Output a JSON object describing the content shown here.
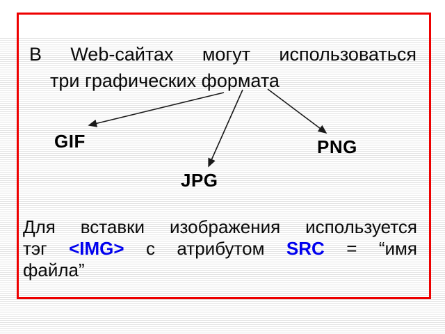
{
  "slide": {
    "title": {
      "line1_words": [
        "В",
        "Web-сайтах",
        "могут",
        "использоваться"
      ],
      "line2": "три графических формата"
    },
    "formats": {
      "gif": "GIF",
      "png": "PNG",
      "jpg": "JPG"
    },
    "paragraph": {
      "line1_words": [
        "Для",
        "вставки",
        "изображения",
        "используется"
      ],
      "line2_tokens": [
        {
          "text": "тэг",
          "style": "normal"
        },
        {
          "text": "<IMG>",
          "style": "highlight"
        },
        {
          "text": "с",
          "style": "normal"
        },
        {
          "text": "атрибутом",
          "style": "normal"
        },
        {
          "text": "SRC",
          "style": "highlight"
        },
        {
          "text": "=",
          "style": "normal"
        },
        {
          "text": "“имя",
          "style": "normal"
        }
      ],
      "line3": "файла”"
    },
    "colors": {
      "border": "#ee0000",
      "accent": "#0000ee",
      "text": "#0a0a0a",
      "stripe": "#e4e4e4"
    }
  }
}
